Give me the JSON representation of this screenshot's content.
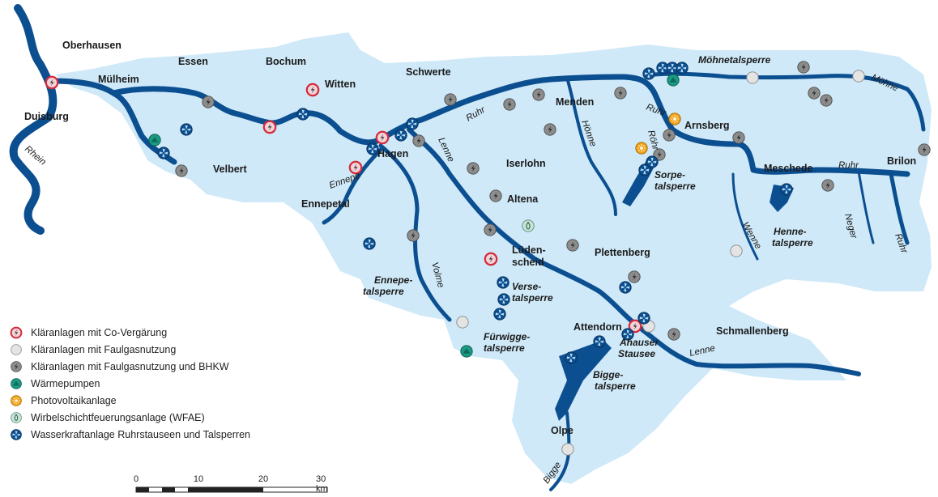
{
  "map": {
    "cities": [
      "Oberhausen",
      "Duisburg",
      "Mülheim",
      "Essen",
      "Bochum",
      "Witten",
      "Velbert",
      "Schwerte",
      "Hagen",
      "Ennepetal",
      "Iserlohn",
      "Menden",
      "Arnsberg",
      "Altena",
      "Lüden-",
      "scheid",
      "Plettenberg",
      "Meschede",
      "Brilon",
      "Attendorn",
      "Schmallenberg",
      "Olpe"
    ],
    "reservoirs": [
      "Möhnetalsperre",
      "Sorpe-",
      "talsperre",
      "Henne-",
      "talsperre",
      "Ennepe-",
      "talsperre",
      "Verse-",
      "talsperre",
      "Fürwigge-",
      "talsperre",
      "Ahauser",
      "Stausee",
      "Bigge-",
      "talsperre"
    ],
    "rivers": [
      "Rhein",
      "Ruhr",
      "Ruhr",
      "Ruhr",
      "Ruhr",
      "Möhne",
      "Hönne",
      "Lenne",
      "Lenne",
      "Ennepe",
      "Volme",
      "Wenne",
      "Neger",
      "Röhr",
      "Bigge"
    ]
  },
  "legend": [
    {
      "icon": "red-ring-icon",
      "label": "Kläranlagen mit Co-Vergärung"
    },
    {
      "icon": "light-gray-circle-icon",
      "label": "Kläranlagen mit Faulgasnutzung"
    },
    {
      "icon": "gray-bolt-circle-icon",
      "label": "Kläranlagen mit Faulgasnutzung und BHKW"
    },
    {
      "icon": "teal-heat-pump-icon",
      "label": "Wärmepumpen"
    },
    {
      "icon": "orange-sun-icon",
      "label": "Photovoltaikanlage"
    },
    {
      "icon": "pale-flame-icon",
      "label": "Wirbelschichtfeuerungsanlage (WFAE)"
    },
    {
      "icon": "blue-turbine-icon",
      "label": "Wasserkraftanlage Ruhrstauseen und Talsperren"
    }
  ],
  "scale_bar": {
    "ticks": [
      "0",
      "10",
      "20",
      "30 km"
    ]
  },
  "colors": {
    "basin": "#cfe9f8",
    "river": "#0c4f91",
    "red_ring": "#d52b3c",
    "light_gray": "#e4e4e4",
    "bhkw_gray": "#8c8c8c",
    "heat_pump": "#1a9a82",
    "pv": "#f2a21a",
    "wfae": "#c8e6d8",
    "turbine": "#0c4f91"
  }
}
